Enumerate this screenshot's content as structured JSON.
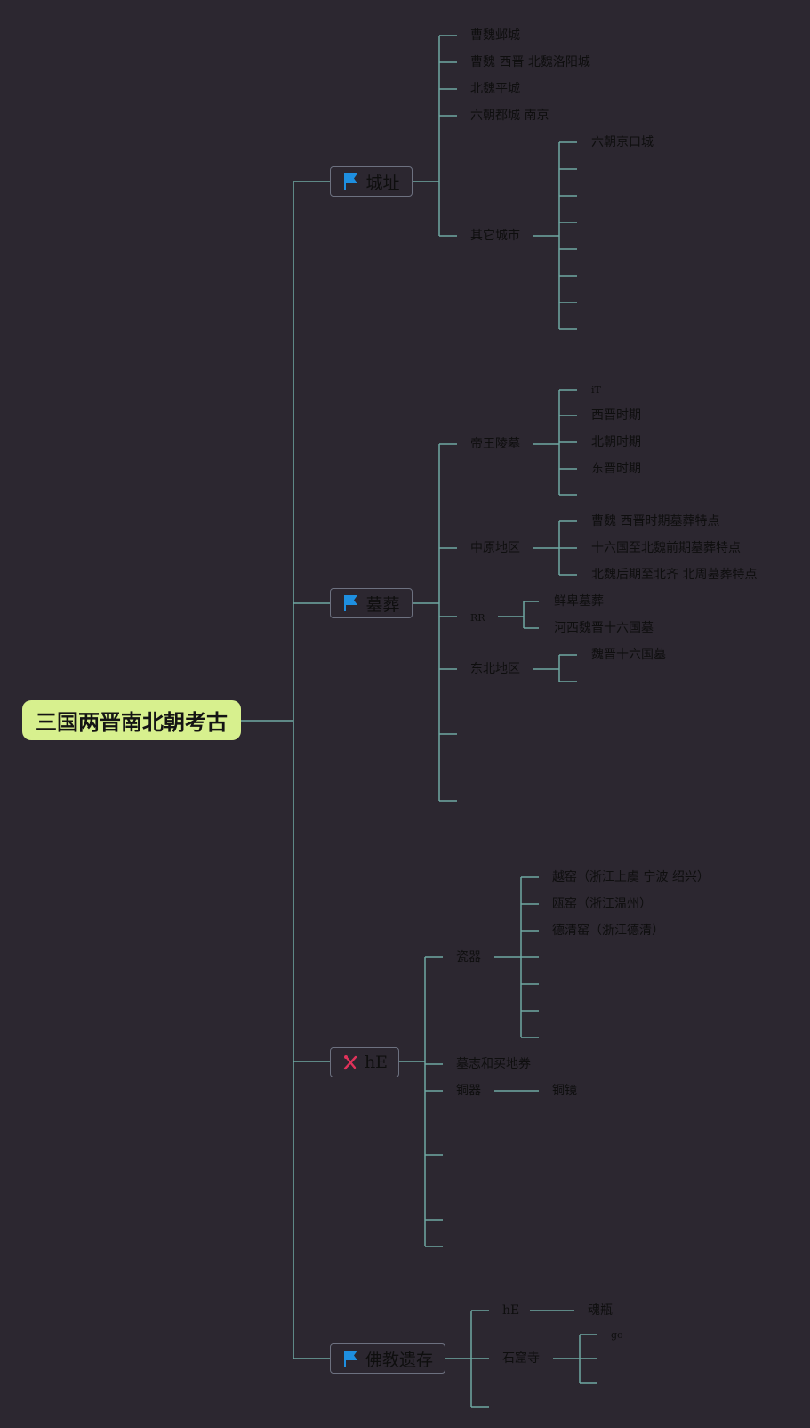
{
  "root": {
    "label": "三国两晋南北朝考古"
  },
  "branches": {
    "b1": {
      "label": "城址",
      "icon": "blue-flag-icon"
    },
    "b2": {
      "label": "墓葬",
      "icon": "blue-flag-icon"
    },
    "b3": {
      "label": "hE",
      "icon": "red-tools-icon"
    },
    "b4": {
      "label": "佛教遗存",
      "icon": "blue-flag-icon"
    }
  },
  "cities": {
    "caowei_yecheng": "曹魏邺城",
    "luoyang": "曹魏 西晋 北魏洛阳城",
    "pingcheng": "北魏平城",
    "nanjing": "六朝都城 南京",
    "other": "其它城市",
    "jingkou": "六朝京口城"
  },
  "tombs": {
    "imperial": "帝王陵墓",
    "imp_1": "iT",
    "imp_2": "西晋时期",
    "imp_3": "北朝时期",
    "imp_4": "东晋时期",
    "central": "中原地区",
    "cen_1": "曹魏 西晋时期墓葬特点",
    "cen_2": "十六国至北魏前期墓葬特点",
    "cen_3": "北魏后期至北齐 北周墓葬特点",
    "rr": "RR",
    "rr_1": "鲜卑墓葬",
    "rr_2": "河西魏晋十六国墓",
    "northeast": "东北地区",
    "ne_1": "魏晋十六国墓"
  },
  "artifacts": {
    "porcelain": "瓷器",
    "por_1": "越窑（浙江上虞 宁波 绍兴）",
    "por_2": "瓯窑（浙江温州）",
    "por_3": "德清窑（浙江德清）",
    "epitaph": "墓志和买地券",
    "bronze": "铜器",
    "mirror": "铜镜"
  },
  "buddhist": {
    "he": "hE",
    "soul_vase": "魂瓶",
    "grottoes": "石窟寺",
    "go": "go"
  },
  "colors": {
    "line": "#6fa8a3",
    "root_fill": "#d7f08e",
    "flag": "#1e8fe0",
    "tools": "#e0325a",
    "bg": "#2c2730"
  }
}
